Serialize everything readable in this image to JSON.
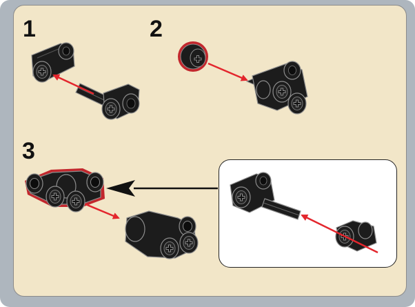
{
  "steps": [
    {
      "number": "1"
    },
    {
      "number": "2"
    },
    {
      "number": "3"
    }
  ],
  "colors": {
    "page_border": "#aeb6be",
    "panel_background": "#f2e6c8",
    "part_black": "#1c1c1c",
    "part_edge": "#8d8d8d",
    "arrow_red": "#e3262d",
    "highlight_red": "#c2272d",
    "callout_arrow": "#111111"
  },
  "icons": [
    "cross-axle-connector-icon",
    "technic-axle-icon",
    "technic-bush-icon",
    "axle-and-connector-assembly-icon",
    "attach-arrow-icon"
  ]
}
